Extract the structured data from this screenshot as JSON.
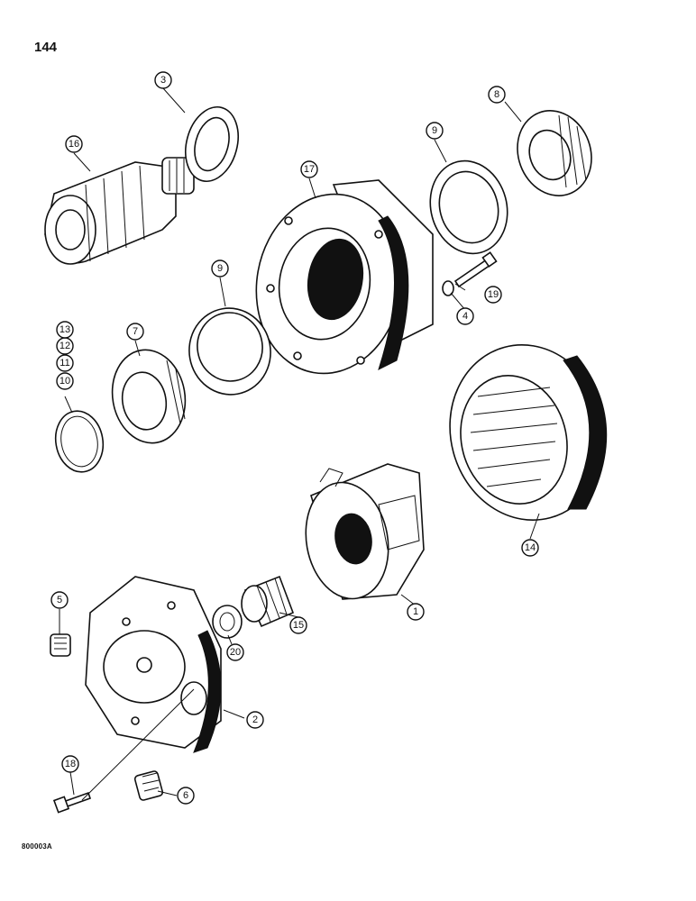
{
  "page": {
    "number": "144",
    "reference_code": "800003A"
  },
  "callouts": [
    {
      "id": "c1",
      "label": "1"
    },
    {
      "id": "c2",
      "label": "2"
    },
    {
      "id": "c3",
      "label": "3"
    },
    {
      "id": "c4",
      "label": "4"
    },
    {
      "id": "c5",
      "label": "5"
    },
    {
      "id": "c6",
      "label": "6"
    },
    {
      "id": "c7",
      "label": "7"
    },
    {
      "id": "c8",
      "label": "8"
    },
    {
      "id": "c9a",
      "label": "9"
    },
    {
      "id": "c9b",
      "label": "9"
    },
    {
      "id": "c10",
      "label": "10"
    },
    {
      "id": "c11",
      "label": "11"
    },
    {
      "id": "c12",
      "label": "12"
    },
    {
      "id": "c13",
      "label": "13"
    },
    {
      "id": "c14",
      "label": "14"
    },
    {
      "id": "c15",
      "label": "15"
    },
    {
      "id": "c16",
      "label": "16"
    },
    {
      "id": "c17",
      "label": "17"
    },
    {
      "id": "c18",
      "label": "18"
    },
    {
      "id": "c19",
      "label": "19"
    },
    {
      "id": "c20",
      "label": "20"
    }
  ]
}
